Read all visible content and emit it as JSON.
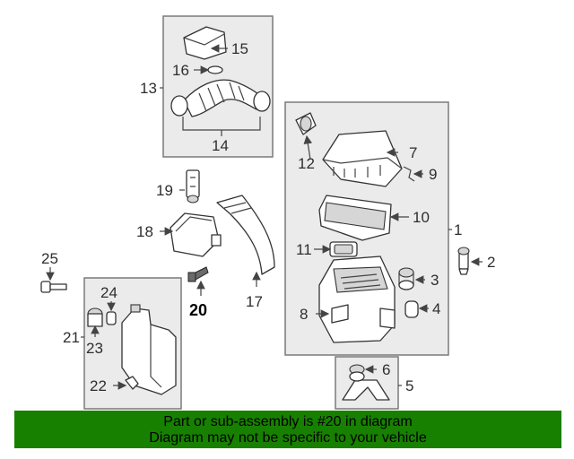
{
  "callouts": {
    "c1": "1",
    "c2": "2",
    "c3": "3",
    "c4": "4",
    "c5": "5",
    "c6": "6",
    "c7": "7",
    "c8": "8",
    "c9": "9",
    "c10": "10",
    "c11": "11",
    "c12": "12",
    "c13": "13",
    "c14": "14",
    "c15": "15",
    "c16": "16",
    "c17": "17",
    "c18": "18",
    "c19": "19",
    "c20": "20",
    "c21": "21",
    "c22": "22",
    "c23": "23",
    "c24": "24",
    "c25": "25"
  },
  "highlight_part": "20",
  "banner": {
    "line1": "Part or sub-assembly is #20 in diagram",
    "line2": "Diagram may not be specific to your vehicle",
    "color": "#188000"
  }
}
